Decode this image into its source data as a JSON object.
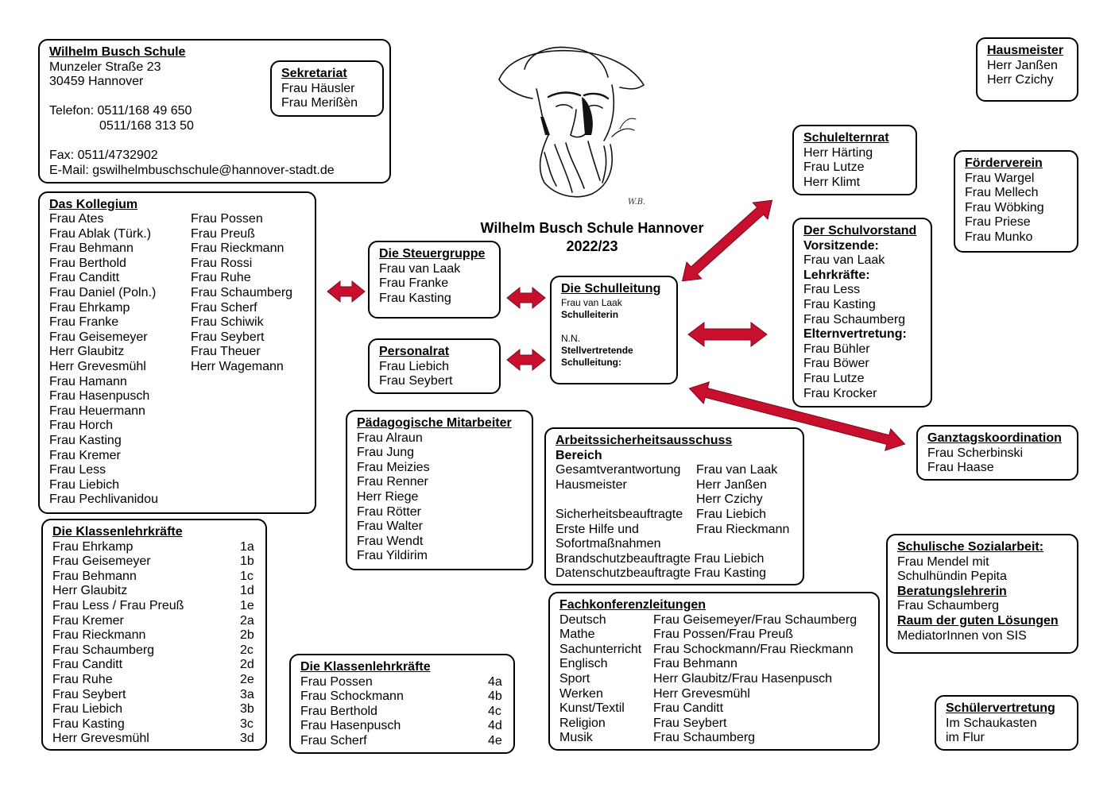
{
  "page_title": {
    "line1": "Wilhelm Busch Schule Hannover",
    "line2": "2022/23"
  },
  "colors": {
    "arrow": "#c8102e",
    "border": "#000000"
  },
  "school": {
    "title": "Wilhelm Busch Schule",
    "street": "Munzeler Straße 23",
    "city": "30459 Hannover",
    "phone_label": "Telefon:",
    "phone1": "0511/168 49 650",
    "phone2": "0511/168 313 50",
    "fax": "Fax: 0511/4732902",
    "email": "E-Mail: gswilhelmbuschschule@hannover-stadt.de"
  },
  "sekretariat": {
    "title": "Sekretariat",
    "items": [
      "Frau Häusler",
      "Frau Merißèn"
    ]
  },
  "hausmeister": {
    "title": "Hausmeister",
    "items": [
      "Herr Janßen",
      "Herr Czichy"
    ]
  },
  "foerderverein": {
    "title": "Förderverein",
    "items": [
      "Frau Wargel",
      "Frau Mellech",
      "Frau Wöbking",
      "Frau Priese",
      "Frau Munko"
    ]
  },
  "schulelternrat": {
    "title": "Schulelternrat",
    "items": [
      "Herr Härting",
      "Frau Lutze",
      "Herr Klimt"
    ]
  },
  "schulvorstand": {
    "title": "Der Schulvorstand",
    "head1": "Vorsitzende:",
    "vorsitz": [
      "Frau van Laak"
    ],
    "head2": "Lehrkräfte:",
    "lehrkraefte": [
      "Frau Less",
      "Frau Kasting",
      "Frau Schaumberg"
    ],
    "head3": "Elternvertretung:",
    "eltern": [
      "Frau Bühler",
      "Frau Böwer",
      "Frau Lutze",
      "Frau Krocker"
    ]
  },
  "kollegium": {
    "title": "Das Kollegium",
    "col1": [
      "Frau Ates",
      "Frau Ablak (Türk.)",
      "Frau Behmann",
      "Frau Berthold",
      "Frau Canditt",
      "Frau Daniel (Poln.)",
      "Frau Ehrkamp",
      "Frau Franke",
      "Frau Geisemeyer",
      "Herr Glaubitz",
      "Herr Grevesmühl",
      "Frau Hamann",
      "Frau Hasenpusch",
      "Frau Heuermann",
      "Frau Horch",
      "Frau Kasting",
      "Frau Kremer",
      "Frau Less",
      "Frau Liebich",
      "Frau Pechlivanidou"
    ],
    "col2": [
      "Frau Possen",
      "Frau Preuß",
      "Frau Rieckmann",
      "Frau Rossi",
      "Frau Ruhe",
      "Frau Schaumberg",
      "Frau Scherf",
      "Frau Schiwik",
      "Frau Seybert",
      "Frau Theuer",
      "Herr Wagemann"
    ]
  },
  "steuergruppe": {
    "title": "Die Steuergruppe",
    "items": [
      "Frau van Laak",
      "Frau Franke",
      "Frau Kasting"
    ]
  },
  "personalrat": {
    "title": "Personalrat",
    "items": [
      "Frau Liebich",
      "Frau Seybert"
    ]
  },
  "schulleitung": {
    "title": "Die Schulleitung",
    "name1": "Frau van Laak",
    "role1": "Schulleiterin",
    "name2": "N.N.",
    "role2a": "Stellvertretende",
    "role2b": "Schulleitung:"
  },
  "ganztag": {
    "title": "Ganztagskoordination",
    "items": [
      "Frau Scherbinski",
      "Frau Haase"
    ]
  },
  "paedagogisch": {
    "title": "Pädagogische Mitarbeiter",
    "items": [
      "Frau Alraun",
      "Frau Jung",
      "Frau Meizies",
      "Frau Renner",
      "Herr Riege",
      "Frau Rötter",
      "Frau Walter",
      "Frau Wendt",
      "Frau Yildirim"
    ]
  },
  "arbeitssicherheit": {
    "title": "Arbeitssicherheitsausschuss",
    "head": "Bereich",
    "rows": [
      {
        "left": "Gesamtverantwortung",
        "right": "Frau van Laak"
      },
      {
        "left": "Hausmeister",
        "right": "Herr Janßen"
      },
      {
        "left": "",
        "right": "Herr Czichy"
      },
      {
        "left": "Sicherheitsbeauftragte",
        "right": "Frau Liebich"
      },
      {
        "left": "Erste Hilfe und",
        "right": "Frau Rieckmann"
      },
      {
        "left": "Sofortmaßnahmen",
        "right": ""
      }
    ],
    "brand": "Brandschutzbeauftragte Frau Liebich",
    "daten": "Datenschutzbeauftragte Frau Kasting"
  },
  "klassen1": {
    "title": "Die Klassenlehrkräfte",
    "rows": [
      {
        "name": "Frau Ehrkamp",
        "class": "1a"
      },
      {
        "name": "Frau Geisemeyer",
        "class": "1b"
      },
      {
        "name": "Frau Behmann",
        "class": "1c"
      },
      {
        "name": "Herr Glaubitz",
        "class": "1d"
      },
      {
        "name": "Frau Less / Frau Preuß",
        "class": "1e"
      },
      {
        "name": "Frau Kremer",
        "class": "2a"
      },
      {
        "name": "Frau Rieckmann",
        "class": "2b"
      },
      {
        "name": "Frau Schaumberg",
        "class": "2c"
      },
      {
        "name": "Frau Canditt",
        "class": "2d"
      },
      {
        "name": "Frau Ruhe",
        "class": "2e"
      },
      {
        "name": "Frau Seybert",
        "class": "3a"
      },
      {
        "name": "Frau Liebich",
        "class": "3b"
      },
      {
        "name": "Frau Kasting",
        "class": "3c"
      },
      {
        "name": "Herr Grevesmühl",
        "class": "3d"
      }
    ]
  },
  "klassen2": {
    "title": "Die Klassenlehrkräfte",
    "rows": [
      {
        "name": "Frau Possen",
        "class": "4a"
      },
      {
        "name": "Frau Schockmann",
        "class": "4b"
      },
      {
        "name": "Frau Berthold",
        "class": "4c"
      },
      {
        "name": "Frau Hasenpusch",
        "class": "4d"
      },
      {
        "name": "Frau Scherf",
        "class": "4e"
      }
    ]
  },
  "fachkonferenz": {
    "title": "Fachkonferenzleitungen",
    "rows": [
      {
        "subject": "Deutsch",
        "lead": "Frau Geisemeyer/Frau Schaumberg"
      },
      {
        "subject": "Mathe",
        "lead": "Frau Possen/Frau Preuß"
      },
      {
        "subject": "Sachunterricht",
        "lead": "Frau Schockmann/Frau Rieckmann"
      },
      {
        "subject": "Englisch",
        "lead": "Frau Behmann"
      },
      {
        "subject": "Sport",
        "lead": "Herr Glaubitz/Frau Hasenpusch"
      },
      {
        "subject": "Werken",
        "lead": "Herr Grevesmühl"
      },
      {
        "subject": "Kunst/Textil",
        "lead": "Frau Canditt"
      },
      {
        "subject": "Religion",
        "lead": "Frau Seybert"
      },
      {
        "subject": "Musik",
        "lead": "Frau Schaumberg"
      }
    ]
  },
  "sozialarbeit": {
    "title1": "Schulische Sozialarbeit:",
    "items1": [
      "Frau Mendel mit",
      "Schulhündin Pepita"
    ],
    "title2": "Beratungslehrerin",
    "items2": [
      "Frau Schaumberg"
    ],
    "title3": "Raum der guten Lösungen",
    "items3": [
      "MediatorInnen von SIS"
    ]
  },
  "schuelervertretung": {
    "title": "Schülervertretung",
    "items": [
      "Im Schaukasten",
      "im Flur"
    ]
  }
}
